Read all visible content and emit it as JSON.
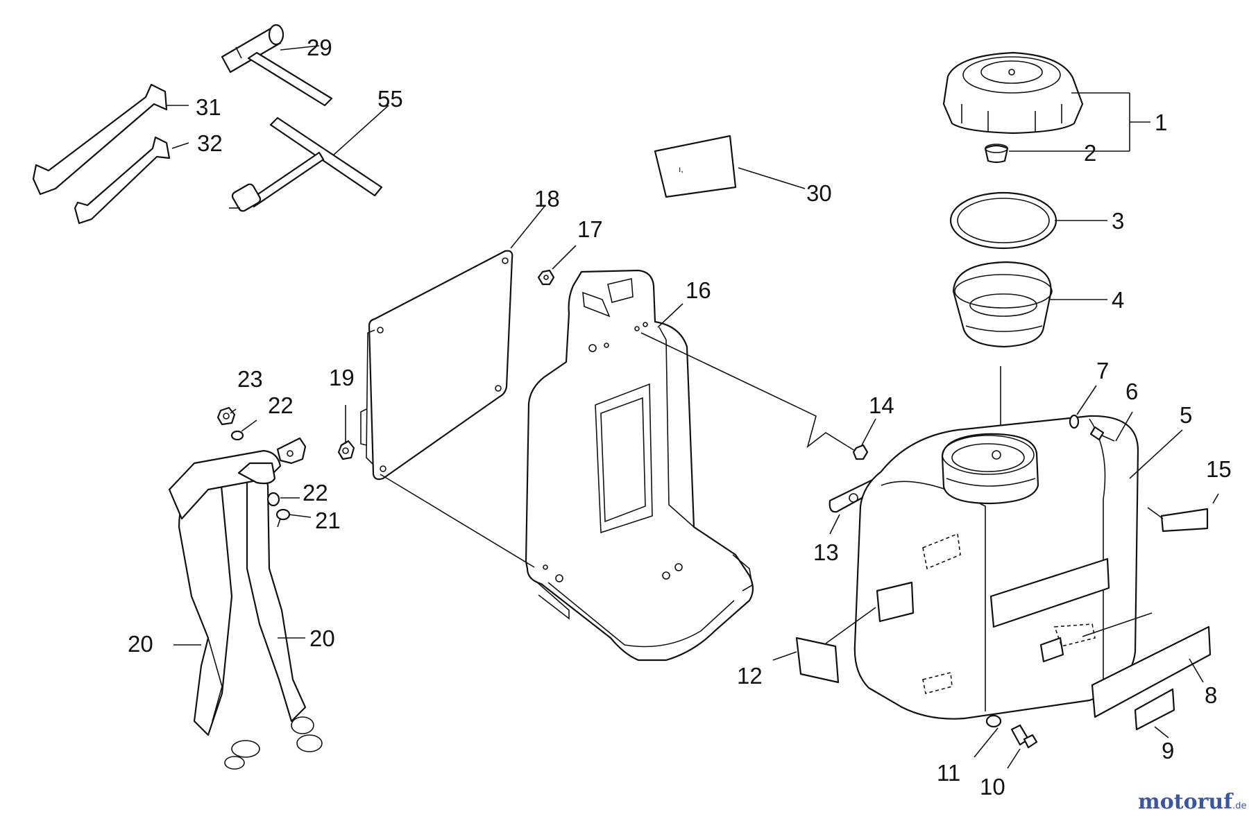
{
  "callouts": {
    "p1": "1",
    "p2": "2",
    "p3": "3",
    "p4": "4",
    "p5": "5",
    "p6": "6",
    "p7": "7",
    "p8": "8",
    "p9": "9",
    "p10": "10",
    "p11": "11",
    "p12": "12",
    "p13": "13",
    "p14": "14",
    "p15": "15",
    "p16": "16",
    "p17": "17",
    "p18": "18",
    "p19": "19",
    "p20a": "20",
    "p20b": "20",
    "p21": "21",
    "p22a": "22",
    "p22b": "22",
    "p23": "23",
    "p29": "29",
    "p30": "30",
    "p31": "31",
    "p32": "32",
    "p55": "55"
  },
  "watermark": {
    "main": "motoruf",
    "domain": ".de"
  },
  "colors": {
    "line": "#111111",
    "watermark_blue": "#3a55a8",
    "watermark_orange": "#e08a1e"
  }
}
